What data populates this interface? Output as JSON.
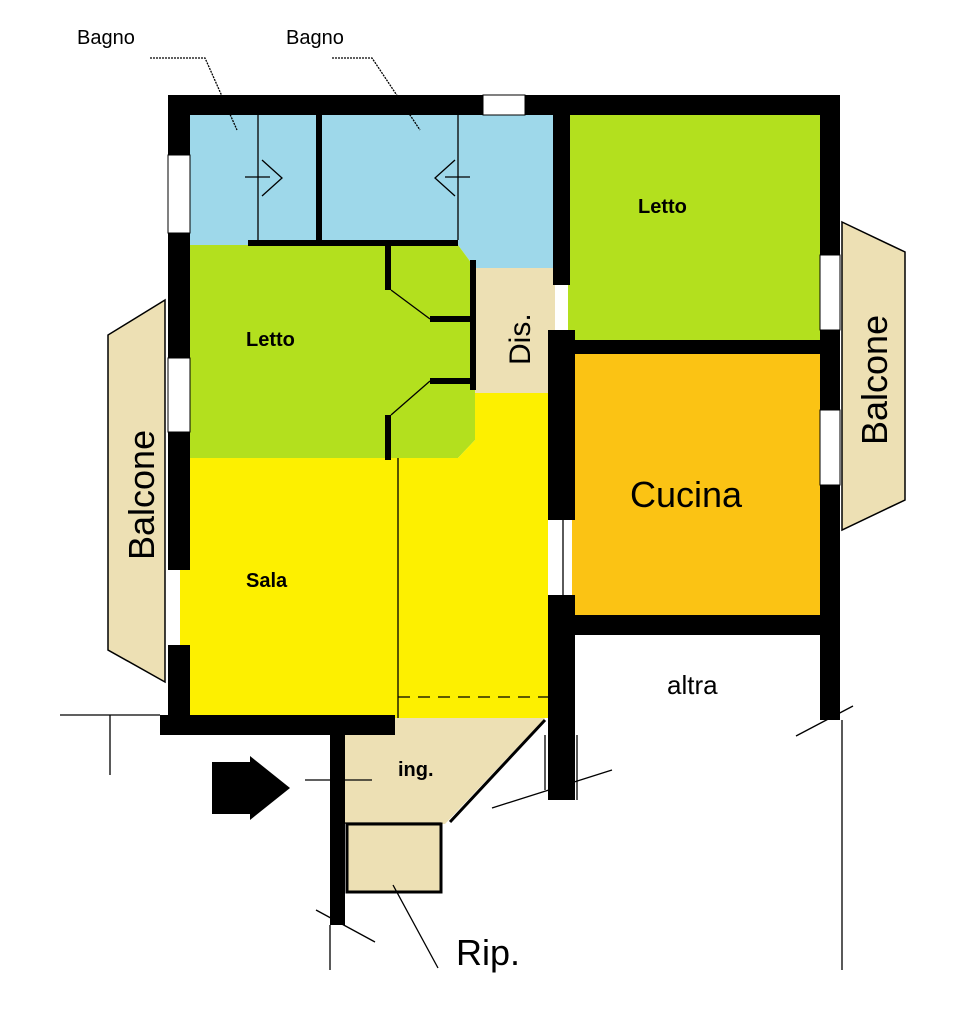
{
  "rooms": {
    "bagno_left": "Bagno",
    "bagno_right": "Bagno",
    "letto_right": "Letto",
    "letto_left": "Letto",
    "dis": "Dis.",
    "balcone_left": "Balcone",
    "balcone_right": "Balcone",
    "cucina": "Cucina",
    "sala": "Sala",
    "altra": "altra",
    "ing": "ing.",
    "rip": "Rip."
  },
  "colors": {
    "bagno": "#9ed8ea",
    "letto": "#b3e01e",
    "dis": "#ede0b4",
    "balcone": "#ede0b4",
    "cucina": "#fbc314",
    "sala": "#fdf000",
    "ing": "#ede0b4",
    "wall": "#000000"
  }
}
